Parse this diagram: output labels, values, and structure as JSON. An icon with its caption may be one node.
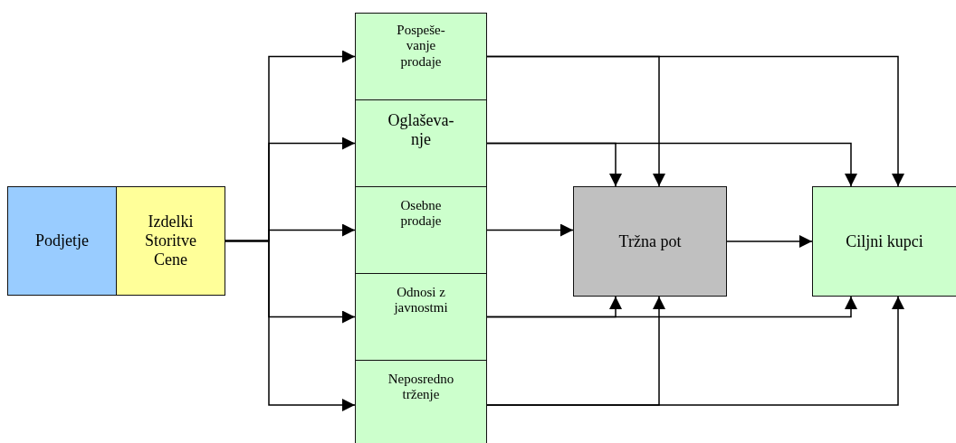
{
  "diagram": {
    "nodes": [
      {
        "text": [
          "Podjetje"
        ]
      },
      {
        "text": [
          "Izdelki Storitve Cene"
        ]
      },
      {
        "text": [
          "Pospeše- vanje prodaje"
        ]
      },
      {
        "text": [
          "Oglaševa- nje"
        ]
      },
      {
        "text": [
          "Osebne prodaje"
        ]
      },
      {
        "text": [
          "Odnosi z javnostmi"
        ]
      },
      {
        "text": [
          "Neposredno trženje"
        ]
      },
      {
        "text": [
          "Tržna pot"
        ]
      },
      {
        "text": [
          "Ciljni kupci"
        ]
      }
    ],
    "edges": [
      {
        "from": 1,
        "to": 2,
        "arrow": "to"
      },
      {
        "from": 1,
        "to": 3,
        "arrow": "to"
      },
      {
        "from": 1,
        "to": 4,
        "arrow": "to"
      },
      {
        "from": 1,
        "to": 5,
        "arrow": "to"
      },
      {
        "from": 1,
        "to": 6,
        "arrow": "to"
      },
      {
        "from": 2,
        "to": 7,
        "arrow": "to"
      },
      {
        "from": 2,
        "to": 8,
        "arrow": "to"
      },
      {
        "from": 3,
        "to": 7,
        "arrow": "to"
      },
      {
        "from": 3,
        "to": 8,
        "arrow": "to"
      },
      {
        "from": 4,
        "to": 7,
        "arrow": "to"
      },
      {
        "from": 5,
        "to": 7,
        "arrow": "to"
      },
      {
        "from": 5,
        "to": 8,
        "arrow": "to"
      },
      {
        "from": 6,
        "to": 7,
        "arrow": "to"
      },
      {
        "from": 6,
        "to": 8,
        "arrow": "to"
      },
      {
        "from": 7,
        "to": 8,
        "arrow": "to"
      }
    ]
  }
}
